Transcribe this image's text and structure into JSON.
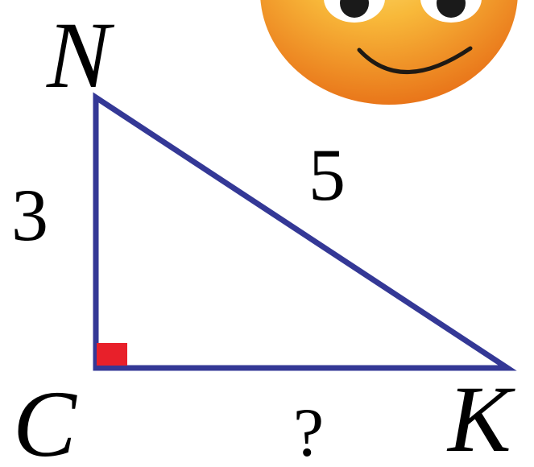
{
  "vertices": {
    "top": "N",
    "bottom_left": "C",
    "bottom_right": "K"
  },
  "sides": {
    "nc": "3",
    "nk": "5",
    "ck": "?"
  },
  "colors": {
    "triangle_stroke": "#343896",
    "right_angle_marker": "#e8202a",
    "smiley_face": "#f6a623"
  },
  "icons": {
    "decoration": "smiley-face-icon"
  }
}
